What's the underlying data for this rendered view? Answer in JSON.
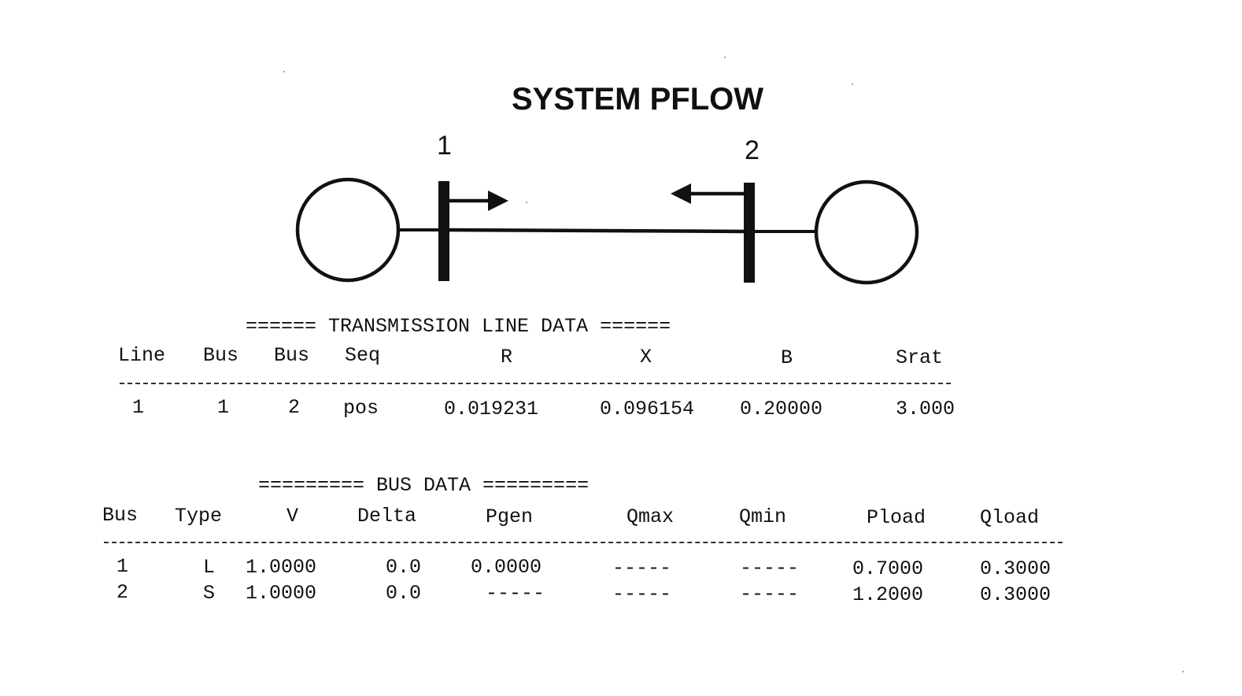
{
  "title": "SYSTEM PFLOW",
  "diagram": {
    "bus_labels": [
      "1",
      "2"
    ]
  },
  "line_table": {
    "heading": "====== TRANSMISSION LINE DATA ======",
    "columns": [
      "Line",
      "Bus",
      "Bus",
      "Seq",
      "R",
      "X",
      "B",
      "Srat"
    ],
    "rows": [
      [
        "1",
        "1",
        "2",
        "pos",
        "0.019231",
        "0.096154",
        "0.20000",
        "3.000"
      ]
    ]
  },
  "bus_table": {
    "heading": "========= BUS DATA =========",
    "columns": [
      "Bus",
      "Type",
      "V",
      "Delta",
      "Pgen",
      "Qmax",
      "Qmin",
      "Pload",
      "Qload"
    ],
    "rows": [
      [
        "1",
        "L",
        "1.0000",
        "0.0",
        "0.0000",
        "-----",
        "-----",
        "0.7000",
        "0.3000"
      ],
      [
        "2",
        "S",
        "1.0000",
        "0.0",
        "-----",
        "-----",
        "-----",
        "1.2000",
        "0.3000"
      ]
    ]
  }
}
